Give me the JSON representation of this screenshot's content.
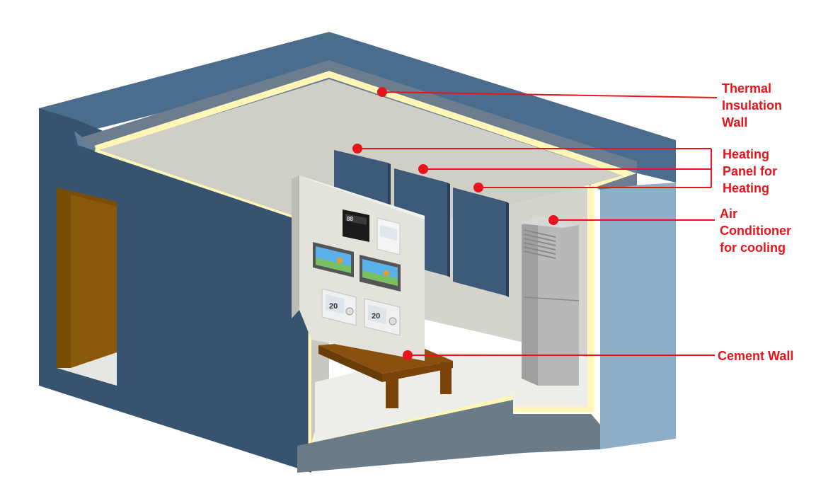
{
  "labels": {
    "thermal_insulation": [
      "Thermal",
      "Insulation",
      "Wall"
    ],
    "heating_panel": [
      "Heating",
      "Panel for",
      "Heating"
    ],
    "air_conditioner": [
      "Air",
      "Conditioner",
      "for cooling"
    ],
    "cement_wall": [
      "Cement Wall"
    ]
  },
  "thermostats": {
    "display_value": "20"
  },
  "colors": {
    "label_red": "#e8141c",
    "outer_wall": "#3b5c7a",
    "insulation": "#fff6b8",
    "interior": "#d6d6d0",
    "heating_panel": "#3d5a78"
  }
}
